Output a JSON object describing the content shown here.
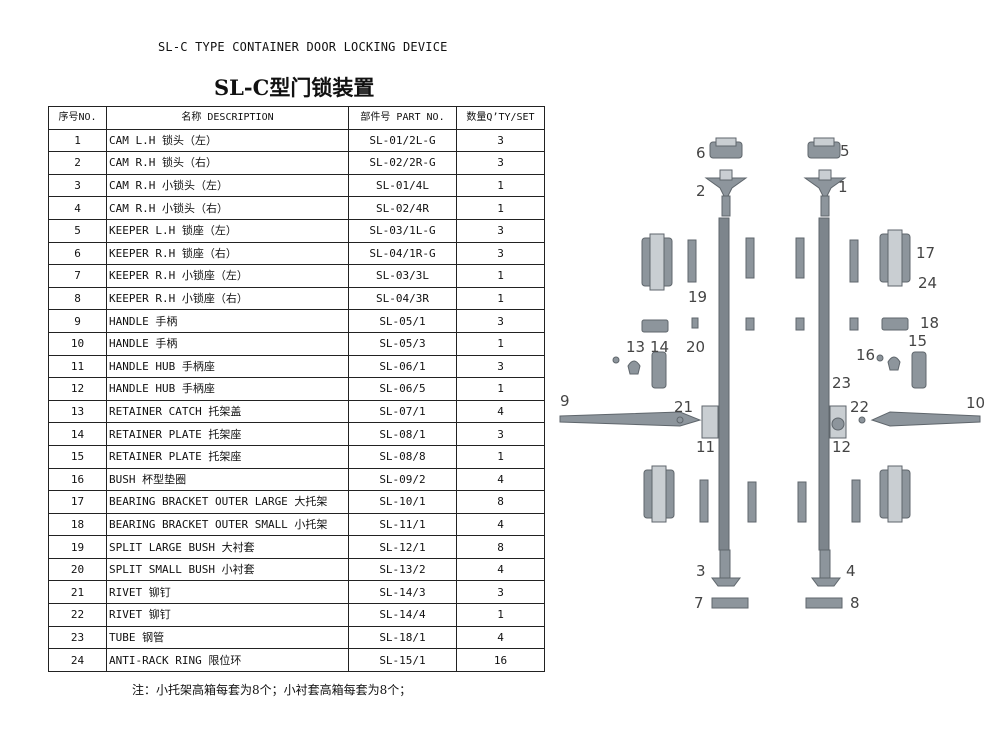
{
  "header": {
    "title_en": "SL-C TYPE CONTAINER DOOR LOCKING DEVICE",
    "title_cn": "SL-C型门锁装置"
  },
  "table": {
    "columns": [
      "序号NO.",
      "名称 DESCRIPTION",
      "部件号 PART NO.",
      "数量Q’TY/SET"
    ],
    "rows": [
      {
        "no": "1",
        "desc": "CAM L.H 锁头（左）",
        "part": "SL-01/2L-G",
        "qty": "3"
      },
      {
        "no": "2",
        "desc": "CAM R.H 锁头（右）",
        "part": "SL-02/2R-G",
        "qty": "3"
      },
      {
        "no": "3",
        "desc": "CAM R.H 小锁头（左）",
        "part": "SL-01/4L",
        "qty": "1"
      },
      {
        "no": "4",
        "desc": "CAM R.H 小锁头（右）",
        "part": "SL-02/4R",
        "qty": "1"
      },
      {
        "no": "5",
        "desc": "KEEPER L.H 锁座（左）",
        "part": "SL-03/1L-G",
        "qty": "3"
      },
      {
        "no": "6",
        "desc": "KEEPER R.H 锁座（右）",
        "part": "SL-04/1R-G",
        "qty": "3"
      },
      {
        "no": "7",
        "desc": "KEEPER R.H 小锁座（左）",
        "part": "SL-03/3L",
        "qty": "1"
      },
      {
        "no": "8",
        "desc": "KEEPER R.H 小锁座（右）",
        "part": "SL-04/3R",
        "qty": "1"
      },
      {
        "no": "9",
        "desc": "HANDLE 手柄",
        "part": "SL-05/1",
        "qty": "3"
      },
      {
        "no": "10",
        "desc": "HANDLE 手柄",
        "part": "SL-05/3",
        "qty": "1"
      },
      {
        "no": "11",
        "desc": "HANDLE HUB 手柄座",
        "part": "SL-06/1",
        "qty": "3"
      },
      {
        "no": "12",
        "desc": "HANDLE HUB 手柄座",
        "part": "SL-06/5",
        "qty": "1"
      },
      {
        "no": "13",
        "desc": "RETAINER CATCH 托架盖",
        "part": "SL-07/1",
        "qty": "4"
      },
      {
        "no": "14",
        "desc": "RETAINER PLATE 托架座",
        "part": "SL-08/1",
        "qty": "3"
      },
      {
        "no": "15",
        "desc": "RETAINER PLATE 托架座",
        "part": "SL-08/8",
        "qty": "1"
      },
      {
        "no": "16",
        "desc": "BUSH 杯型垫圈",
        "part": "SL-09/2",
        "qty": "4"
      },
      {
        "no": "17",
        "desc": "BEARING BRACKET OUTER LARGE 大托架",
        "part": "SL-10/1",
        "qty": "8"
      },
      {
        "no": "18",
        "desc": "BEARING BRACKET OUTER SMALL 小托架",
        "part": "SL-11/1",
        "qty": "4"
      },
      {
        "no": "19",
        "desc": "SPLIT LARGE BUSH 大衬套",
        "part": "SL-12/1",
        "qty": "8"
      },
      {
        "no": "20",
        "desc": "SPLIT SMALL BUSH 小衬套",
        "part": "SL-13/2",
        "qty": "4"
      },
      {
        "no": "21",
        "desc": "RIVET 铆钉",
        "part": "SL-14/3",
        "qty": "3"
      },
      {
        "no": "22",
        "desc": "RIVET 铆钉",
        "part": "SL-14/4",
        "qty": "1"
      },
      {
        "no": "23",
        "desc": "TUBE 钢管",
        "part": "SL-18/1",
        "qty": "4"
      },
      {
        "no": "24",
        "desc": "ANTI-RACK RING 限位环",
        "part": "SL-15/1",
        "qty": "16"
      }
    ]
  },
  "note": "注：小托架高箱每套为8个；小衬套高箱每套为8个；",
  "diagram": {
    "labels": [
      "1",
      "2",
      "3",
      "4",
      "5",
      "6",
      "7",
      "8",
      "9",
      "10",
      "11",
      "12",
      "13",
      "14",
      "15",
      "16",
      "17",
      "18",
      "19",
      "20",
      "21",
      "22",
      "23",
      "24"
    ],
    "colors": {
      "metal": "#8d959c",
      "metal_dark": "#5f666c",
      "metal_light": "#c9ced2"
    }
  }
}
